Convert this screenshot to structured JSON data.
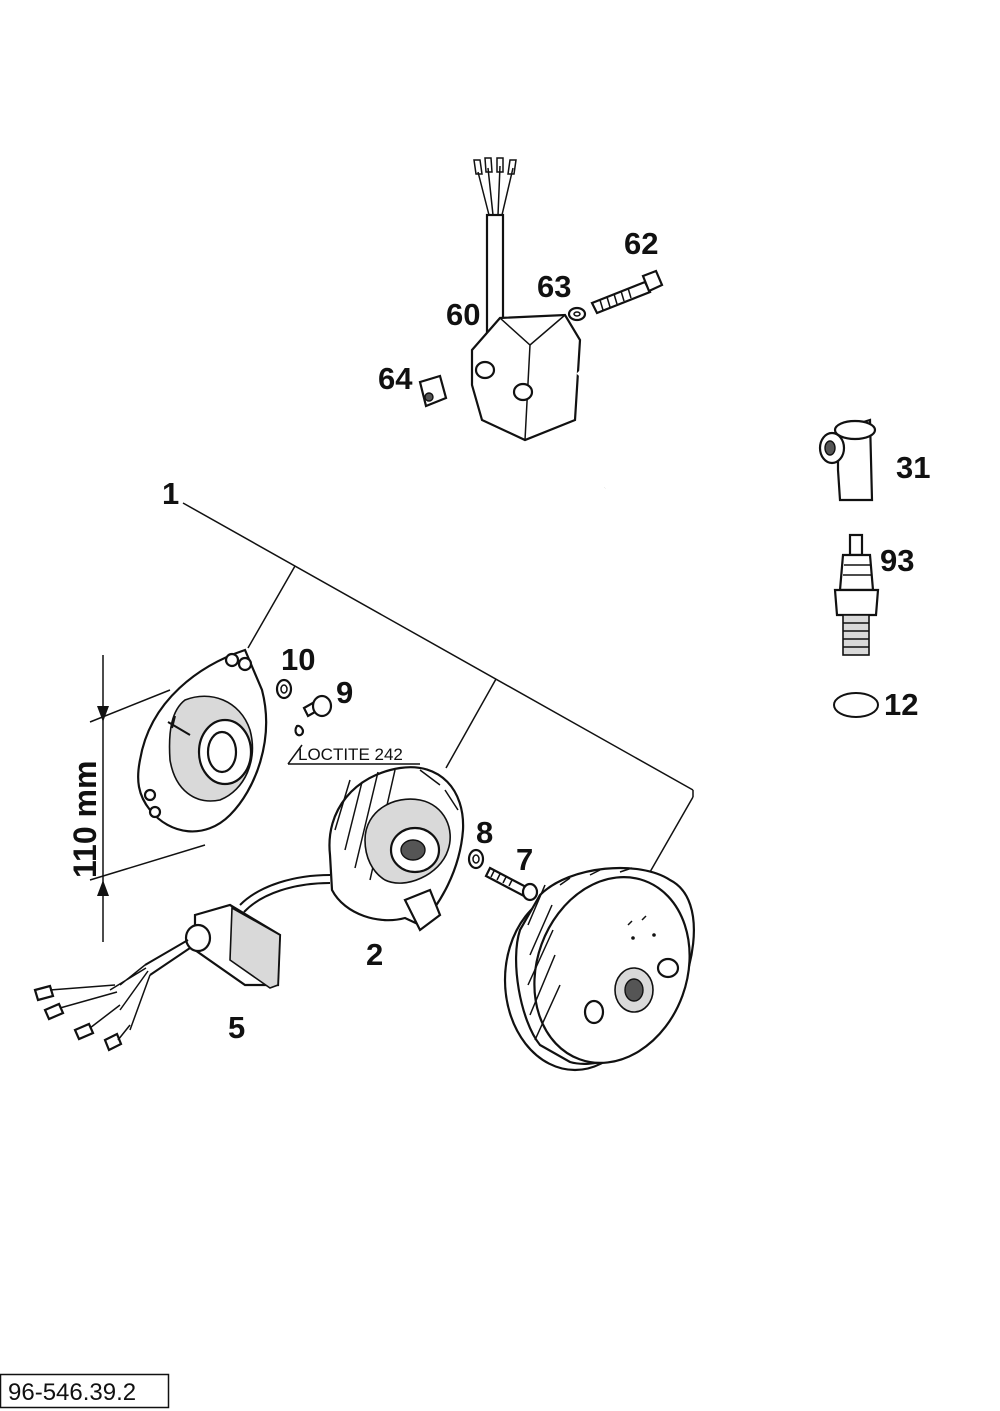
{
  "diagram": {
    "callouts": {
      "p1": "1",
      "p2": "2",
      "p5": "5",
      "p7": "7",
      "p8": "8",
      "p9": "9",
      "p10": "10",
      "p12": "12",
      "p31": "31",
      "p60": "60",
      "p62": "62",
      "p63": "63",
      "p64": "64",
      "p93": "93"
    },
    "note": "LOCTITE 242",
    "dimension": "110 mm",
    "reference": "96-546.39.2"
  }
}
